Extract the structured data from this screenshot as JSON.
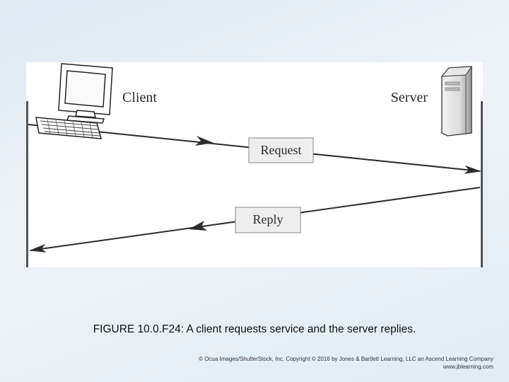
{
  "diagram": {
    "client_label": "Client",
    "server_label": "Server",
    "request_label": "Request",
    "reply_label": "Reply"
  },
  "caption": {
    "prefix": "FIGURE 10.0.F24:",
    "text": " A client requests service and the server replies."
  },
  "credit": {
    "line1": "© Ocua Images/ShutterStock, Inc. Copyright © 2016 by Jones & Bartlett Learning, LLC an Ascend Learning Company",
    "line2": "www.jblearning.com"
  },
  "icons": {
    "client": "desktop-computer-icon",
    "server": "server-tower-icon"
  },
  "colors": {
    "line": "#2b2b2b",
    "box_fill": "#eeeeee",
    "box_stroke": "#888888"
  }
}
